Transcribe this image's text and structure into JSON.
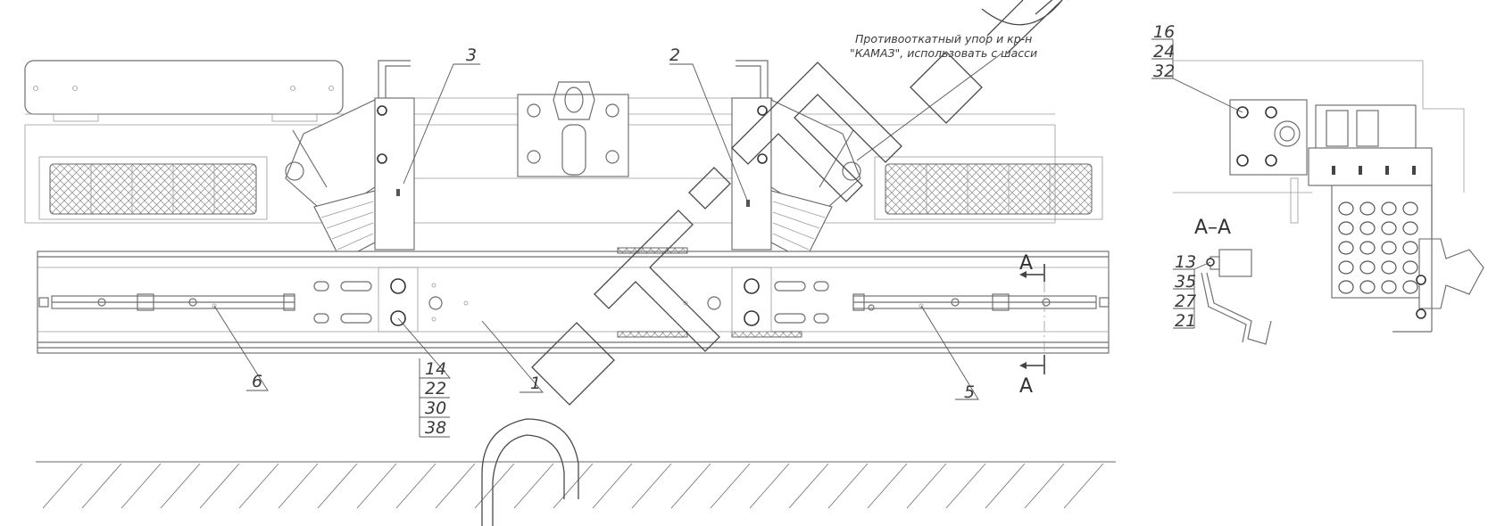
{
  "note": {
    "line1": "Противооткатный упор и кр-н",
    "line2": "\"КАМАЗ\", использовать с шасси"
  },
  "section": {
    "top": "А",
    "bottom": "А",
    "view_title": "А–А"
  },
  "callouts": {
    "c1": "1",
    "c2": "2",
    "c3": "3",
    "c5": "5",
    "c6": "6"
  },
  "stack_left": [
    "14",
    "22",
    "30",
    "38"
  ],
  "stack_right_top": [
    "16",
    "24",
    "32"
  ],
  "stack_section": [
    "13",
    "35",
    "27",
    "21"
  ],
  "colors": {
    "line": "#6f6f6f",
    "text": "#3a3a3a",
    "background": "#ffffff"
  }
}
